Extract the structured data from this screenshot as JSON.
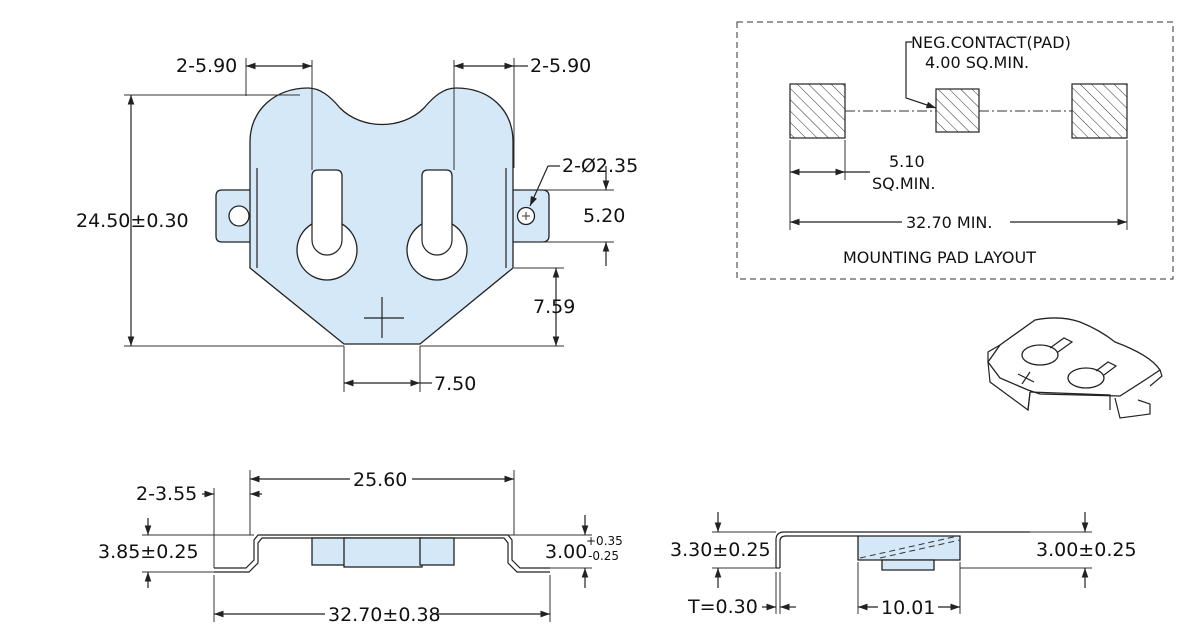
{
  "top_view": {
    "slot_width_left": "2-5.90",
    "slot_width_right": "2-5.90",
    "hole_dia": "2-Ø2.35",
    "height_total": "24.50±0.30",
    "hole_spacing": "5.20",
    "tab_height": "7.59",
    "bottom_tab_width": "7.50"
  },
  "pad_layout": {
    "title": "MOUNTING PAD LAYOUT",
    "neg_contact_line1": "NEG.CONTACT(PAD)",
    "neg_contact_line2": "4.00 SQ.MIN.",
    "pad_size_line1": "5.10",
    "pad_size_line2": "SQ.MIN.",
    "pad_span": "32.70 MIN."
  },
  "front_view": {
    "lead_width": "2-3.55",
    "body_width": "25.60",
    "overall_width": "32.70±0.38",
    "overall_height": "3.85±0.25",
    "body_height": "3.00",
    "tol_plus": "+0.35",
    "tol_minus": "-0.25"
  },
  "side_view": {
    "height_left": "3.30±0.25",
    "height_right": "3.00±0.25",
    "thickness": "T=0.30",
    "contact_length": "10.01"
  }
}
